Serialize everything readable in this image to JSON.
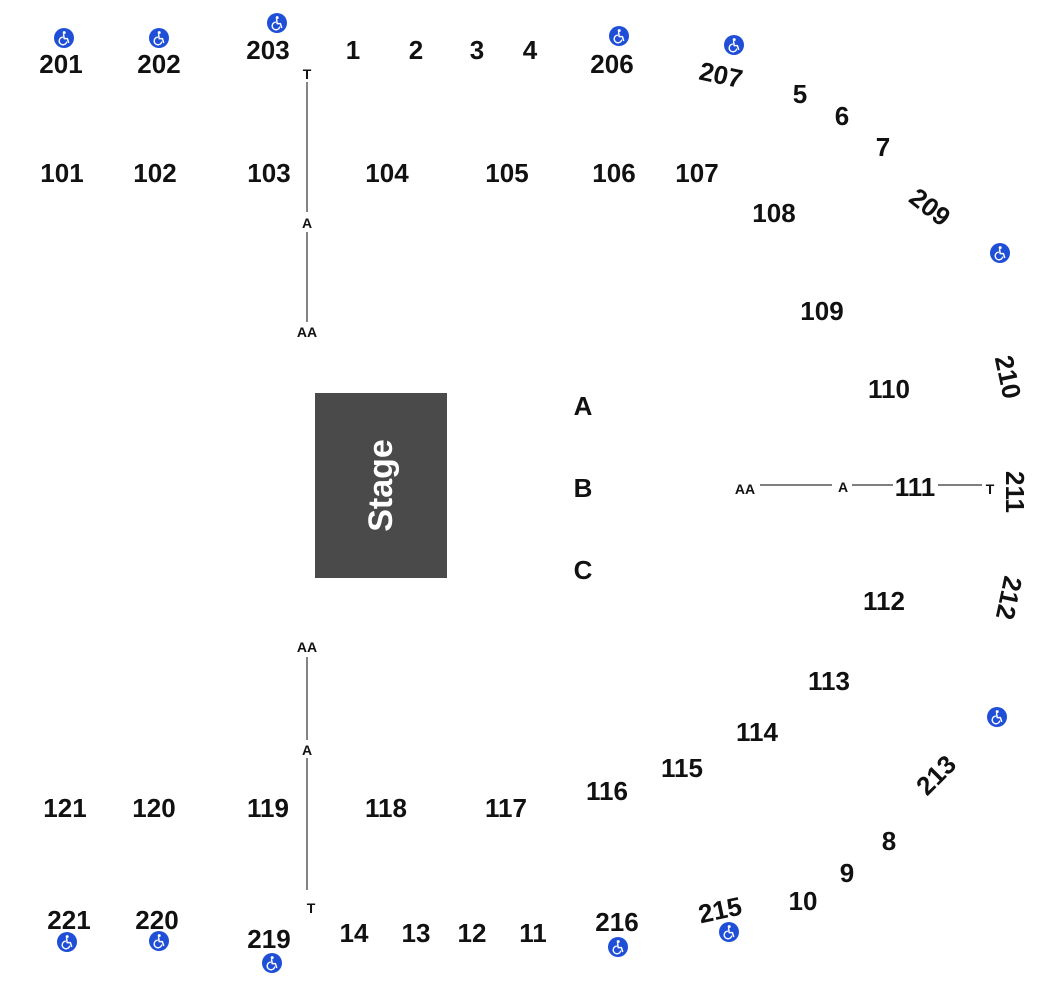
{
  "colors": {
    "stage": "#4a4a4a",
    "accessible": "#1f4fd6",
    "text": "#111111",
    "line": "#333333"
  },
  "stage": {
    "label": "Stage"
  },
  "floor_sections": {
    "a": "A",
    "b": "B",
    "c": "C"
  },
  "row_markers": {
    "t": "T",
    "a": "A",
    "aa": "AA"
  },
  "upper_sections": {
    "s201": "201",
    "s202": "202",
    "s203": "203",
    "s206": "206",
    "s207": "207",
    "s209": "209",
    "s210": "210",
    "s211": "211",
    "s212": "212",
    "s213": "213",
    "s215": "215",
    "s216": "216",
    "s219": "219",
    "s220": "220",
    "s221": "221"
  },
  "lower_sections": {
    "s101": "101",
    "s102": "102",
    "s103": "103",
    "s104": "104",
    "s105": "105",
    "s106": "106",
    "s107": "107",
    "s108": "108",
    "s109": "109",
    "s110": "110",
    "s111": "111",
    "s112": "112",
    "s113": "113",
    "s114": "114",
    "s115": "115",
    "s116": "116",
    "s117": "117",
    "s118": "118",
    "s119": "119",
    "s120": "120",
    "s121": "121"
  },
  "box_sections": {
    "b1": "1",
    "b2": "2",
    "b3": "3",
    "b4": "4",
    "b5": "5",
    "b6": "6",
    "b7": "7",
    "b8": "8",
    "b9": "9",
    "b10": "10",
    "b11": "11",
    "b12": "12",
    "b13": "13",
    "b14": "14"
  },
  "icons": {
    "accessible": "wheelchair-icon"
  }
}
